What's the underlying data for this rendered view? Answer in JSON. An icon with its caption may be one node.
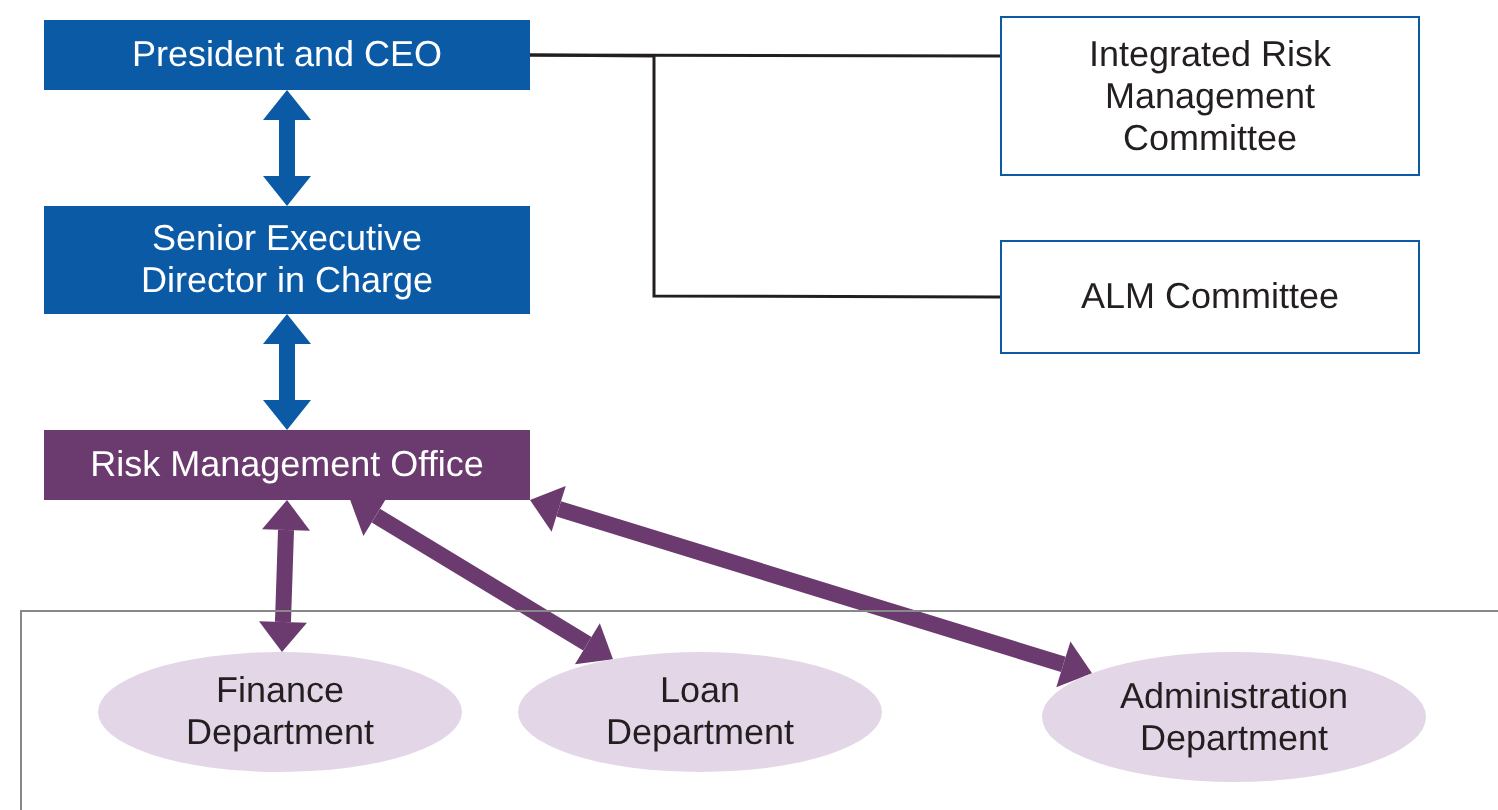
{
  "diagram": {
    "nodes": [
      {
        "text": [
          "President and CEO"
        ]
      },
      {
        "text": [
          "Integrated Risk Management Committee"
        ]
      },
      {
        "text": [
          "Senior Executive Director in Charge"
        ]
      },
      {
        "text": [
          "ALM Committee"
        ]
      },
      {
        "text": [
          "Risk Management Office"
        ]
      },
      {
        "text": [],
        "shape": "box"
      },
      {
        "text": [
          "Finance Department"
        ],
        "in": 5
      },
      {
        "text": [
          "Loan Department"
        ],
        "in": 5
      },
      {
        "text": [
          "Administration Department"
        ],
        "in": 5
      }
    ],
    "edges": [
      {
        "from": 0,
        "to": 1,
        "arrow": "none"
      },
      {
        "from": 0,
        "to": 3,
        "arrow": "none"
      },
      {
        "from": 0,
        "to": 2,
        "arrow": "both",
        "color": "#0b5aa6"
      },
      {
        "from": 2,
        "to": 4,
        "arrow": "both",
        "color": "#0b5aa6"
      },
      {
        "from": 4,
        "to": 6,
        "arrow": "both",
        "color": "#6b3a6e"
      },
      {
        "from": 4,
        "to": 7,
        "arrow": "both",
        "color": "#6b3a6e"
      },
      {
        "from": 4,
        "to": 8,
        "arrow": "both",
        "color": "#6b3a6e"
      }
    ]
  }
}
